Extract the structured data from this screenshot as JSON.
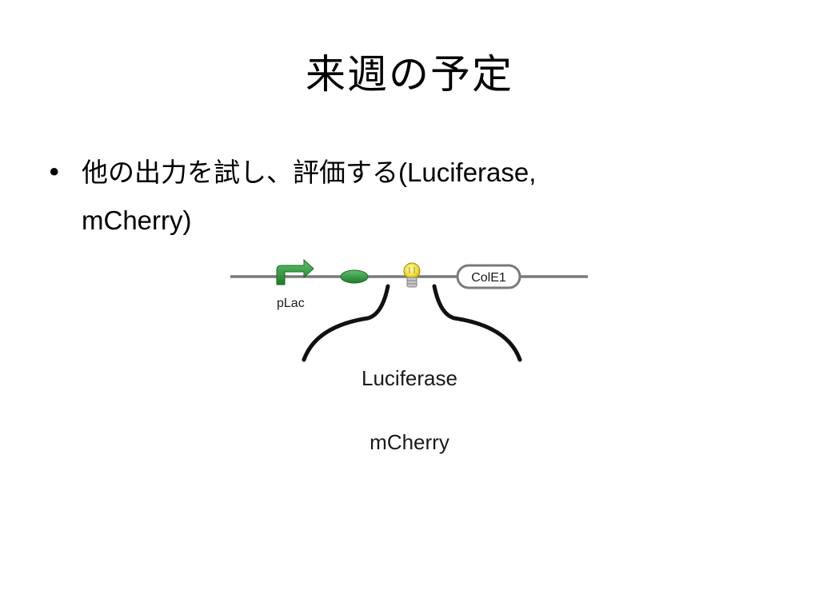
{
  "slide": {
    "title": "来週の予定",
    "bullets": [
      {
        "text_jp": "他の出力を試し、評価する",
        "text_en_line1": "(Luciferase,",
        "text_en_line2": "mCherry)"
      }
    ]
  },
  "diagram": {
    "promoter_label": "pLac",
    "origin_label": "ColE1",
    "gene_options": [
      "Luciferase",
      "mCherry"
    ],
    "colors": {
      "backbone": "#7a7a7a",
      "promoter": "#2e8b3a",
      "rbs": "#2f8f3a",
      "reporter": "#f2e23a",
      "brace": "#111111"
    },
    "icons": {
      "promoter": "promoter-arrow-icon",
      "rbs": "rbs-ellipse-icon",
      "reporter": "lightbulb-icon",
      "origin": "origin-box-icon"
    }
  }
}
